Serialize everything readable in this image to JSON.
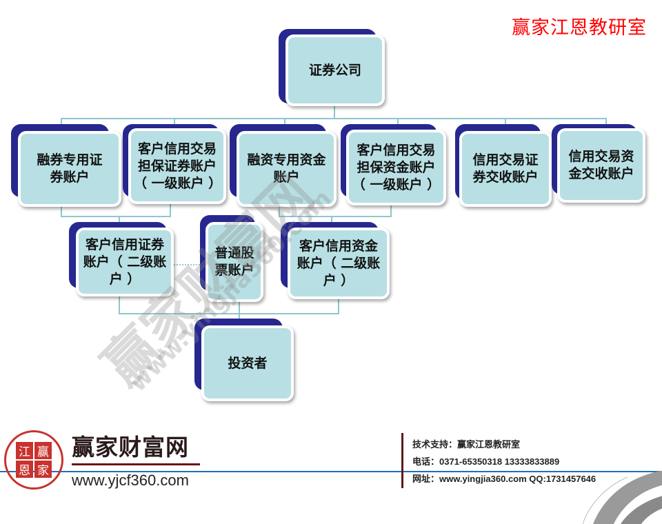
{
  "header": {
    "title": "赢家江恩教研室",
    "title_color": "#ff0000"
  },
  "diagram": {
    "root": {
      "label": "证券公司"
    },
    "level1": [
      {
        "label": "融券专用证\n券账户"
      },
      {
        "label": "客户信用交易\n担保证券账户\n（ 一级账户 ）"
      },
      {
        "label": "融资专用资金\n账户"
      },
      {
        "label": "客户信用交易\n担保资金账户\n（ 一级账户 ）"
      },
      {
        "label": "信用交易证\n券交收账户"
      },
      {
        "label": "信用交易资\n金交收账户"
      }
    ],
    "level2": [
      {
        "label": "客户信用证券\n账户（ 二级账\n户 ）"
      },
      {
        "label": "普通股\n票账户"
      },
      {
        "label": "客户信用资金\n账户（ 二级账\n户 ）"
      }
    ],
    "level3": {
      "label": "投资者"
    },
    "colors": {
      "node_face": "#b8e0e4",
      "node_shadow": "#27288f",
      "connector": "#8ec6cc"
    }
  },
  "watermark": {
    "main": "赢家财富网",
    "url": "www.yingjia360.com"
  },
  "footer": {
    "seal_chars": [
      "江",
      "赢",
      "恩",
      "家"
    ],
    "brand_name": "赢家财富网",
    "brand_url": "www.yjcf360.com",
    "contact": {
      "support": "技术支持：赢家江恩教研室",
      "phone": "电话：0371-65350318  13333833889",
      "website": "网址：www.yingjia360.com  QQ:1731457646"
    }
  }
}
